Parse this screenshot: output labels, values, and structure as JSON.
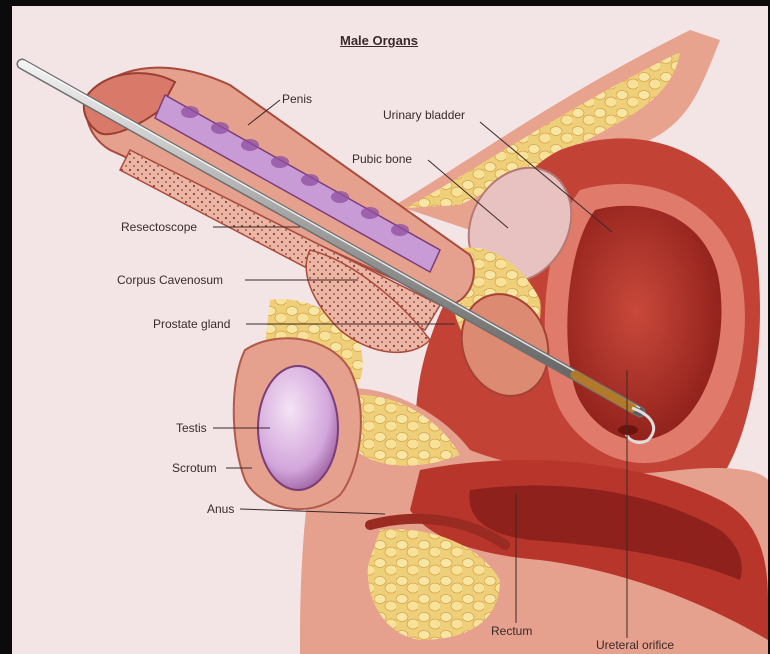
{
  "diagram": {
    "title": "Male Organs",
    "labels": {
      "penis": "Penis",
      "urinary_bladder": "Urinary bladder",
      "pubic_bone": "Pubic bone",
      "resectoscope": "Resectoscope",
      "corpus_cavenosum": "Corpus Cavenosum",
      "prostate_gland": "Prostate gland",
      "testis": "Testis",
      "scrotum": "Scrotum",
      "anus": "Anus",
      "rectum": "Rectum",
      "ureteral_orifice": "Ureteral orifice"
    },
    "colors": {
      "background": "#f3e4e6",
      "frame": "#0b0b0b",
      "tissue_red": "#b8332c",
      "tissue_pink": "#e99a88",
      "fat_yellow": "#f1d67a",
      "bladder_lumen": "#a62a22",
      "corpus_purple": "#c99bd6",
      "testis_purple": "#d9b3e0",
      "instrument": "#b8b8b8",
      "label_text": "#3a2a2a",
      "leader_line": "#3a2a2a"
    }
  }
}
